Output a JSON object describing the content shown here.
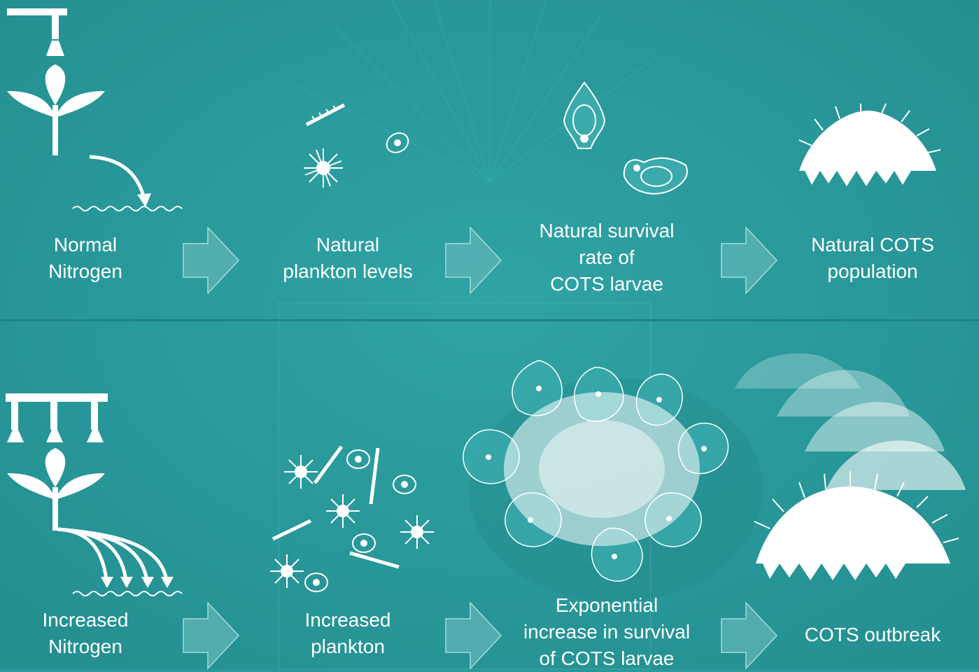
{
  "colors": {
    "background": "#2a9a9c",
    "background_dark": "#1f8486",
    "text": "#ffffff",
    "arrow_fill": "#5fb4b6",
    "arrow_stroke": "#a6dadb"
  },
  "rows": [
    {
      "name": "normal",
      "steps": [
        {
          "lines": [
            "Normal",
            "Nitrogen"
          ],
          "icon": "fertilizer-single-sprinkler-icon"
        },
        {
          "lines": [
            "Natural",
            "plankton levels"
          ],
          "icon": "few-plankton-icon"
        },
        {
          "lines": [
            "Natural survival",
            "rate of",
            "COTS larvae"
          ],
          "icon": "two-larvae-icon"
        },
        {
          "lines": [
            "Natural COTS",
            "population"
          ],
          "icon": "single-starfish-icon"
        }
      ]
    },
    {
      "name": "increased",
      "steps": [
        {
          "lines": [
            "Increased",
            "Nitrogen"
          ],
          "icon": "fertilizer-triple-sprinkler-icon"
        },
        {
          "lines": [
            "Increased",
            "plankton"
          ],
          "icon": "many-plankton-icon"
        },
        {
          "lines": [
            "Exponential",
            "increase in survival",
            "of COTS larvae"
          ],
          "icon": "larvae-cluster-icon"
        },
        {
          "lines": [
            "COTS outbreak"
          ],
          "icon": "many-starfish-icon"
        }
      ]
    }
  ],
  "arrow_icon": "right-block-arrow-icon"
}
